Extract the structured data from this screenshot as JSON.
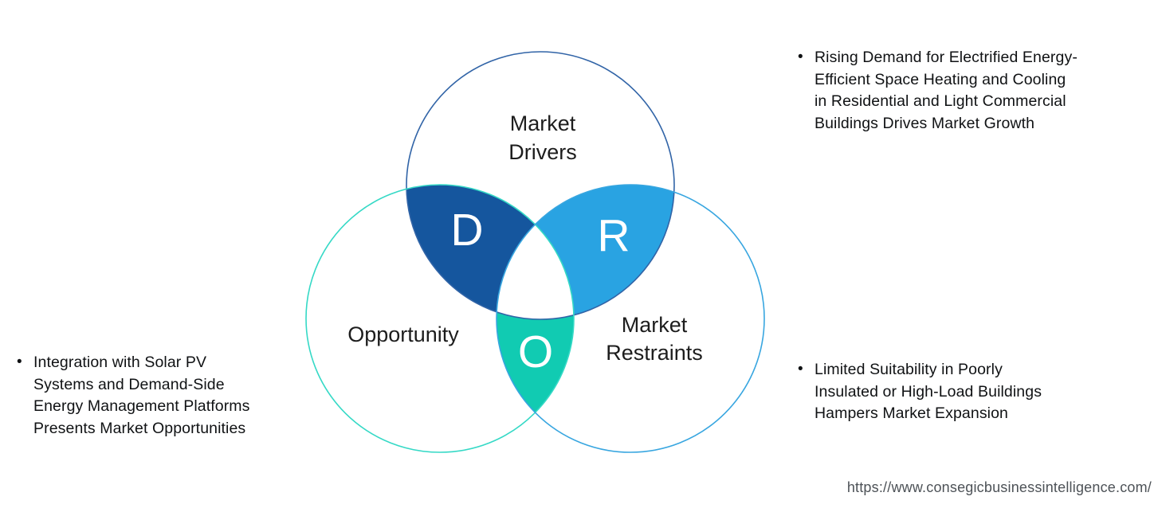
{
  "venn": {
    "center_fill": "#FFFFFF",
    "circles": {
      "drivers": {
        "label": "Market\nDrivers",
        "letter": "D",
        "stroke": "#3164A7",
        "lens_fill": "#15569E"
      },
      "opportunity": {
        "label": "Opportunity",
        "letter": "O",
        "stroke": "#35D9C6",
        "lens_fill": "#11CBB2"
      },
      "restraints": {
        "label": "Market\nRestraints",
        "letter": "R",
        "stroke": "#38A6E0",
        "lens_fill": "#29A3E2"
      }
    }
  },
  "bullets": {
    "drivers": "Rising Demand for Electrified Energy-\nEfficient Space Heating and Cooling\nin Residential and Light Commercial\nBuildings Drives Market Growth",
    "opportunity": "Integration with Solar PV\nSystems and Demand-Side\nEnergy Management Platforms\nPresents Market Opportunities",
    "restraints": "Limited Suitability in Poorly\nInsulated or High-Load Buildings\nHampers Market Expansion"
  },
  "footer": {
    "url": "https://www.consegicbusinessintelligence.com/"
  }
}
